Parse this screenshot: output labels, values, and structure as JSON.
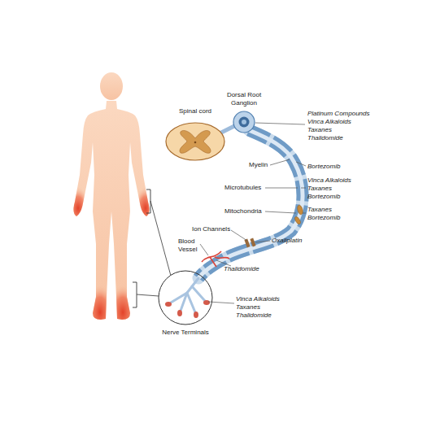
{
  "diagram": {
    "nodes": [
      {
        "text": [
          "Dorsal Root Ganglion"
        ]
      },
      {
        "text": [
          "Spinal cord"
        ]
      },
      {
        "text": [
          "Nerve Terminals"
        ]
      }
    ],
    "labels": [
      "Platinum Compounds",
      "Vinca Alkaloids",
      "Taxanes",
      "Thalidomide",
      "Myelin",
      "Bortezomib",
      "Microtubules",
      "Vinca Alkaloids",
      "Taxanes",
      "Bortezomib",
      "Mitochondria",
      "Taxanes",
      "Bortezomib",
      "Ion Channels",
      "Oxaliplatin",
      "Blood Vessel",
      "Thalidomide",
      "Vinca Alkaloids",
      "Taxanes",
      "Thalidomide"
    ]
  }
}
